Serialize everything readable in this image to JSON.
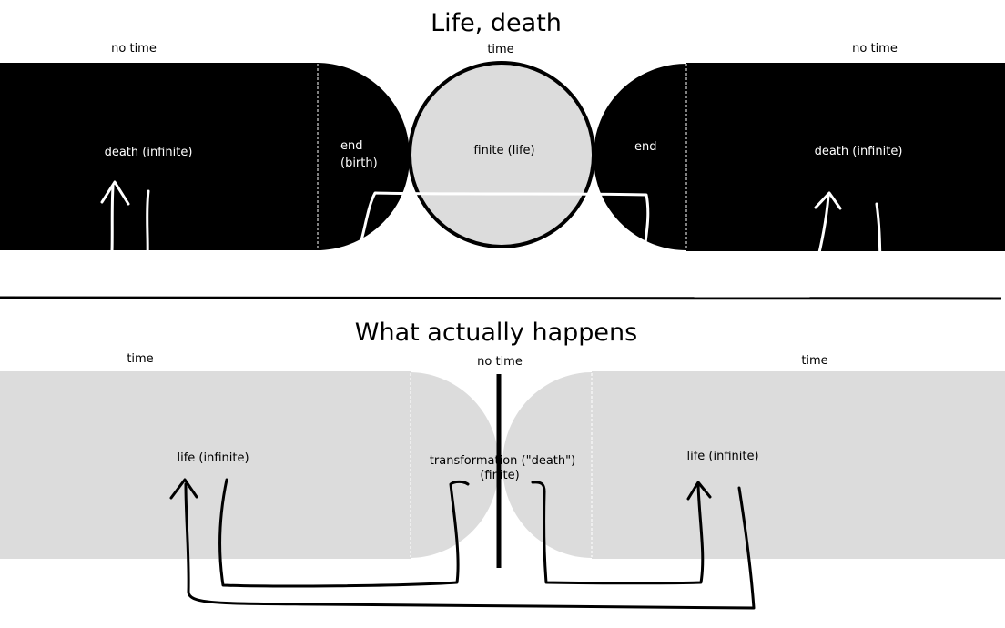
{
  "colors": {
    "dark_region": "#000000",
    "light_region": "#dcdcdc",
    "divider": "#000000",
    "arrow_top": "#ffffff",
    "arrow_bottom": "#000000",
    "text_on_dark": "#ffffff",
    "text_on_light": "#000000"
  },
  "top_panel": {
    "title": "Life, death",
    "left_time": "no time",
    "center_time": "time",
    "right_time": "no time",
    "left_region": "death (infinite)",
    "left_end_line1": "end",
    "left_end_line2": "(birth)",
    "center_region": "finite (life)",
    "right_end": "end",
    "right_region": "death (infinite)"
  },
  "bottom_panel": {
    "title": "What actually happens",
    "left_time": "time",
    "center_time": "no time",
    "right_time": "time",
    "left_region": "life (infinite)",
    "center_line1": "transformation (\"death\")",
    "center_line2": "(finite)",
    "right_region": "life (infinite)"
  }
}
